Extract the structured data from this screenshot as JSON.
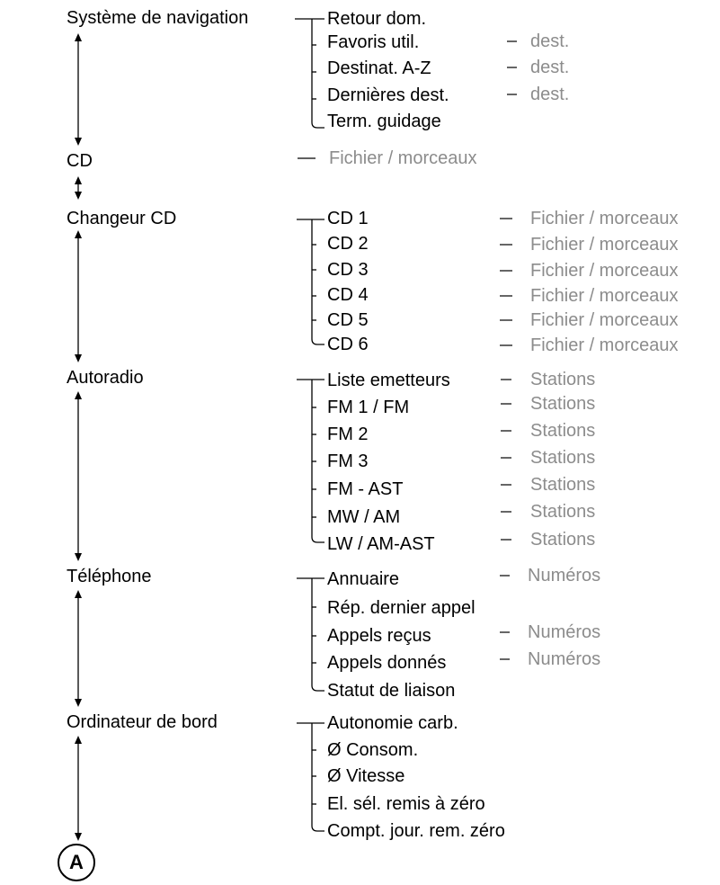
{
  "menu": {
    "categories": [
      {
        "label": "Système de navigation",
        "items": [
          {
            "label": "Retour dom.",
            "sub": ""
          },
          {
            "label": "Favoris util.",
            "sub": "dest."
          },
          {
            "label": "Destinat. A-Z",
            "sub": "dest."
          },
          {
            "label": "Dernières dest.",
            "sub": "dest."
          },
          {
            "label": "Term. guidage",
            "sub": ""
          }
        ]
      },
      {
        "label": "CD",
        "direct_sub": "Fichier / morceaux"
      },
      {
        "label": "Changeur CD",
        "items": [
          {
            "label": "CD 1",
            "sub": "Fichier / morceaux"
          },
          {
            "label": "CD 2",
            "sub": "Fichier / morceaux"
          },
          {
            "label": "CD 3",
            "sub": "Fichier / morceaux"
          },
          {
            "label": "CD 4",
            "sub": "Fichier / morceaux"
          },
          {
            "label": "CD 5",
            "sub": "Fichier / morceaux"
          },
          {
            "label": "CD 6",
            "sub": "Fichier / morceaux"
          }
        ]
      },
      {
        "label": "Autoradio",
        "items": [
          {
            "label": "Liste emetteurs",
            "sub": "Stations"
          },
          {
            "label": "FM 1 / FM",
            "sub": "Stations"
          },
          {
            "label": "FM 2",
            "sub": "Stations"
          },
          {
            "label": "FM 3",
            "sub": "Stations"
          },
          {
            "label": "FM - AST",
            "sub": "Stations"
          },
          {
            "label": "MW / AM",
            "sub": "Stations"
          },
          {
            "label": "LW / AM-AST",
            "sub": "Stations"
          }
        ]
      },
      {
        "label": "Téléphone",
        "items": [
          {
            "label": "Annuaire",
            "sub": "Numéros"
          },
          {
            "label": "Rép. dernier appel",
            "sub": ""
          },
          {
            "label": "Appels reçus",
            "sub": "Numéros"
          },
          {
            "label": "Appels donnés",
            "sub": "Numéros"
          },
          {
            "label": "Statut de liaison",
            "sub": ""
          }
        ]
      },
      {
        "label": "Ordinateur de bord",
        "items": [
          {
            "label": "Autonomie carb.",
            "sub": ""
          },
          {
            "label": "Ø Consom.",
            "sub": ""
          },
          {
            "label": "Ø Vitesse",
            "sub": ""
          },
          {
            "label": "El. sél. remis à zéro",
            "sub": ""
          },
          {
            "label": "Compt. jour. rem. zéro",
            "sub": ""
          }
        ]
      }
    ],
    "connector_label": "A"
  },
  "colors": {
    "text": "#000000",
    "sub_text": "#8c8c8c",
    "lines": "#000000"
  }
}
